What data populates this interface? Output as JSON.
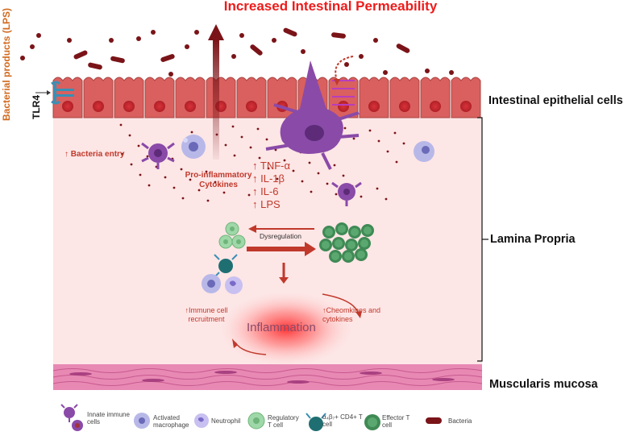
{
  "title": "Increased Intestinal Permeability",
  "lumen": {
    "bacterial_products": "Bacterial products (LPS)",
    "tlr4": "TLR4"
  },
  "layers": {
    "epithelial": "Intestinal epithelial cells",
    "lamina": "Lamina Propria",
    "muscularis": "Muscularis mucosa"
  },
  "annotations": {
    "bacteria_entry": "↑ Bacteria entry",
    "pro_inflammatory": "Pro-inflammatory Cytokines",
    "cytokines": [
      "↑ TNF-α",
      "↑ IL-1β",
      "↑ IL-6",
      "↑ LPS"
    ],
    "dysregulation": "Dysregulation",
    "immune_recruitment": "↑Immune cell recruitment",
    "chemokines": "↑Cheomkines and cytokines",
    "inflammation": "Inflammation"
  },
  "legend": [
    {
      "label": "Innate immune cells",
      "icon": "innate-immune-cell-icon"
    },
    {
      "label": "Activated macrophage",
      "icon": "macrophage-icon"
    },
    {
      "label": "Neutrophil",
      "icon": "neutrophil-icon"
    },
    {
      "label": "Regulatory T cell",
      "icon": "regulatory-t-cell-icon"
    },
    {
      "label": "α₄β₇+ CD4+ T cell",
      "icon": "cd4-t-cell-icon"
    },
    {
      "label": "Effector T cell",
      "icon": "effector-t-cell-icon"
    },
    {
      "label": "Bacteria",
      "icon": "bacteria-icon"
    }
  ],
  "colors": {
    "title": "#ee1b1b",
    "lamina": "#fde6e6",
    "epithelium": "#d9605e",
    "muscle": "#e889b4",
    "bacteria": "#7a1418",
    "immune_cell": "#8a4aa8",
    "regulatory_t": "#9fd8a8",
    "effector_t": "#3f8a55"
  }
}
